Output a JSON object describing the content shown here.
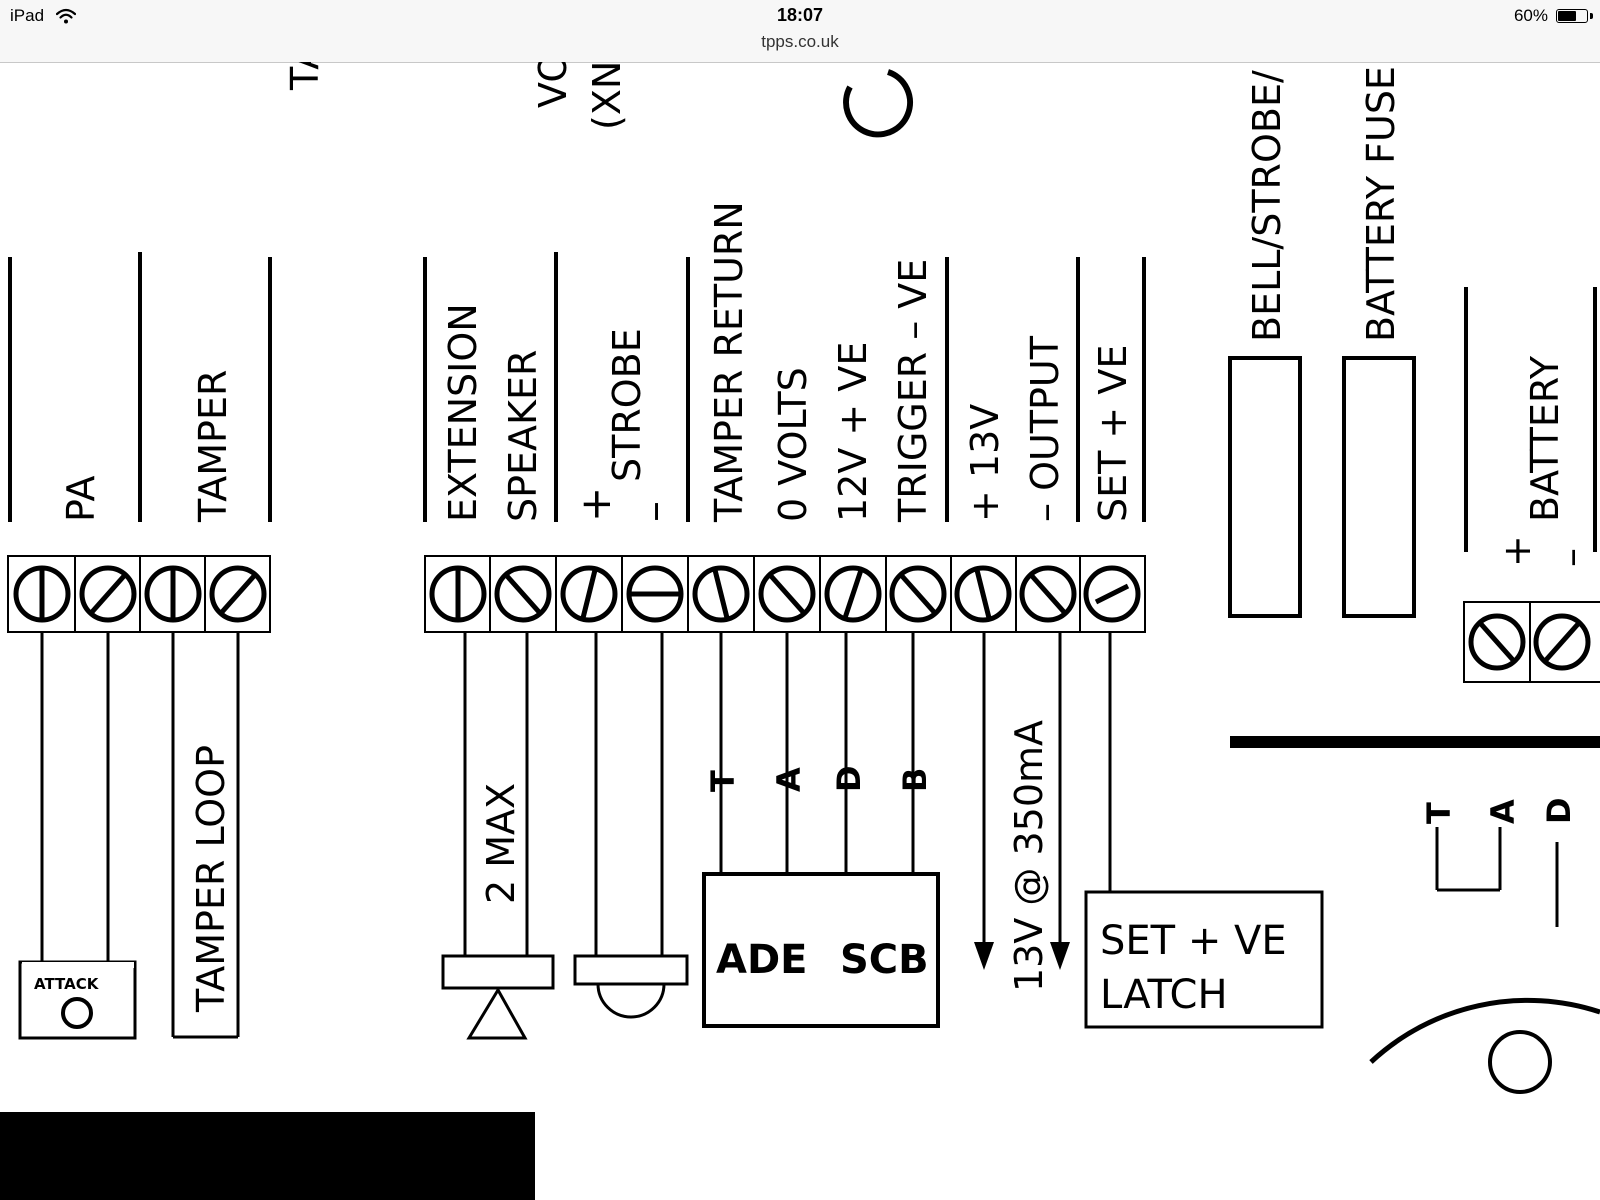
{
  "status_bar": {
    "device": "iPad",
    "time": "18:07",
    "url": "tpps.co.uk",
    "battery_percent": "60%",
    "battery_level": 0.6
  },
  "diagram": {
    "top_partial": [
      "TA",
      "VO",
      "(XN",
      "BELL/STROBE/",
      "BATTERY FUSE"
    ],
    "terminal_labels": {
      "pa": "PA",
      "tamper": "TAMPER",
      "extension": "EXTENSION",
      "speaker": "SPEAKER",
      "strobe_plus": "+",
      "strobe": "STROBE",
      "strobe_minus": "–",
      "tamper_return": "TAMPER RETURN",
      "zero_volts": "0 VOLTS",
      "twelve_v_ve": "12V + VE",
      "trigger_ve": "TRIGGER – VE",
      "plus_13v": "+ 13V",
      "minus_output": "– OUTPUT",
      "set_ve": "SET + VE",
      "battery_plus": "+",
      "battery": "BATTERY",
      "battery_minus": "–"
    },
    "wiring_labels": {
      "attack": "ATTACK",
      "tamper_loop": "TAMPER LOOP",
      "two_max": "2 MAX",
      "t": "T",
      "a": "A",
      "d": "D",
      "b": "B",
      "ade": "ADE",
      "scb": "SCB",
      "current": "13V @ 350mA",
      "set_latch_1": "SET + VE",
      "set_latch_2": "LATCH",
      "right_t": "T",
      "right_a": "A",
      "right_d": "D"
    }
  }
}
